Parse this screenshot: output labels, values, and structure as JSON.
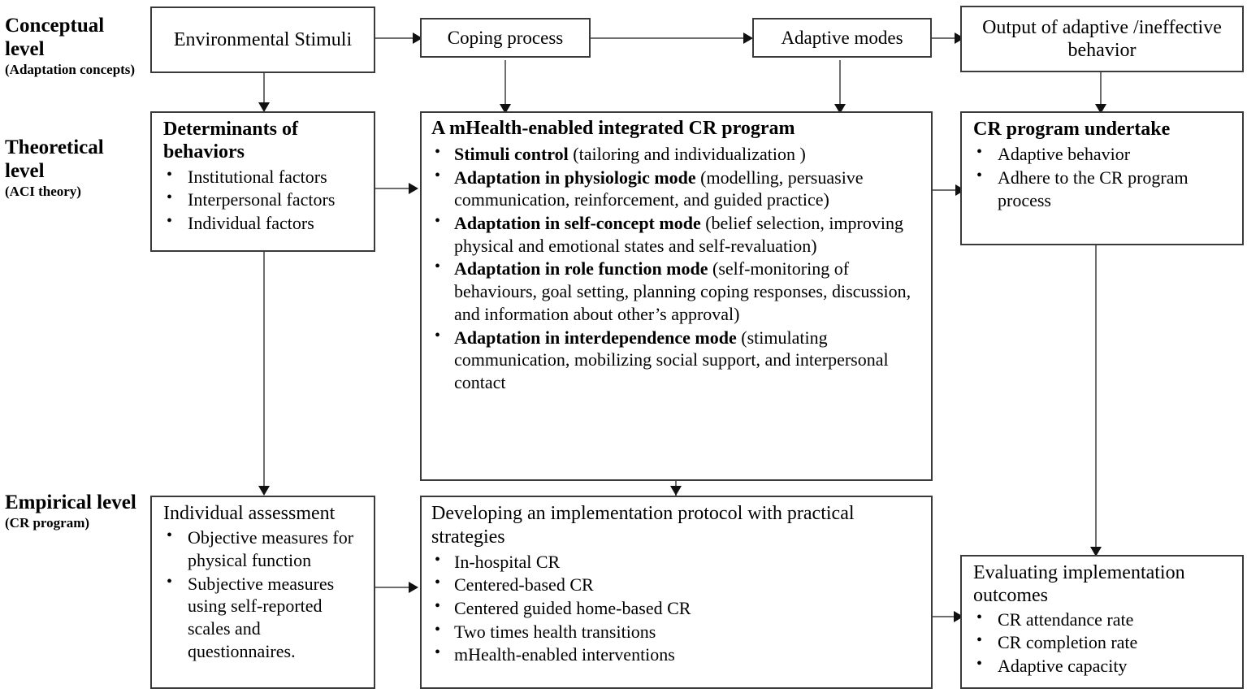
{
  "levels": [
    {
      "title": "Conceptual level",
      "subtitle": "(Adaptation concepts)"
    },
    {
      "title": "Theoretical level",
      "subtitle": "(ACI theory)"
    },
    {
      "title": "Empirical level",
      "subtitle": "(CR program)"
    }
  ],
  "boxes": {
    "environmental_stimuli": {
      "label": "Environmental Stimuli"
    },
    "coping_process": {
      "label": "Coping process"
    },
    "adaptive_modes": {
      "label": "Adaptive modes"
    },
    "output_behavior": {
      "label": "Output of adaptive /ineffective behavior"
    },
    "determinants": {
      "heading": "Determinants of behaviors",
      "items": [
        "Institutional factors",
        "Interpersonal factors",
        "Individual factors"
      ]
    },
    "mhealth_program": {
      "heading": "A mHealth-enabled integrated CR program",
      "items": [
        {
          "bold": "Stimuli control",
          "rest": " (tailoring and individualization )"
        },
        {
          "bold": "Adaptation in physiologic mode",
          "rest": "  (modelling, persuasive communication, reinforcement, and guided practice)"
        },
        {
          "bold": "Adaptation in self-concept mode",
          "rest": " (belief selection, improving physical and emotional states and self-revaluation)"
        },
        {
          "bold": "Adaptation in role function mode",
          "rest": " (self-monitoring of behaviours, goal setting, planning coping responses, discussion, and information about other’s approval)"
        },
        {
          "bold": "Adaptation in interdependence mode",
          "rest": " (stimulating communication, mobilizing social support, and interpersonal contact"
        }
      ]
    },
    "cr_undertake": {
      "heading": "CR program undertake",
      "items": [
        "Adaptive behavior",
        "Adhere to the CR program process"
      ]
    },
    "individual_assessment": {
      "heading": "Individual assessment",
      "items": [
        "Objective measures for physical function",
        "Subjective measures using self-reported scales and questionnaires."
      ]
    },
    "implementation_protocol": {
      "heading": "Developing an implementation protocol with practical strategies",
      "items": [
        "In-hospital CR",
        "Centered-based CR",
        "Centered guided home-based CR",
        "Two times health transitions",
        "mHealth-enabled interventions"
      ]
    },
    "evaluating_outcomes": {
      "heading": "Evaluating implementation outcomes",
      "items": [
        "CR attendance rate",
        "CR completion rate",
        "Adaptive capacity"
      ]
    }
  },
  "colors": {
    "border": "#3a3a3a",
    "connector": "#6e6e6e",
    "arrowhead": "#111111",
    "background": "#ffffff",
    "text": "#000000"
  }
}
